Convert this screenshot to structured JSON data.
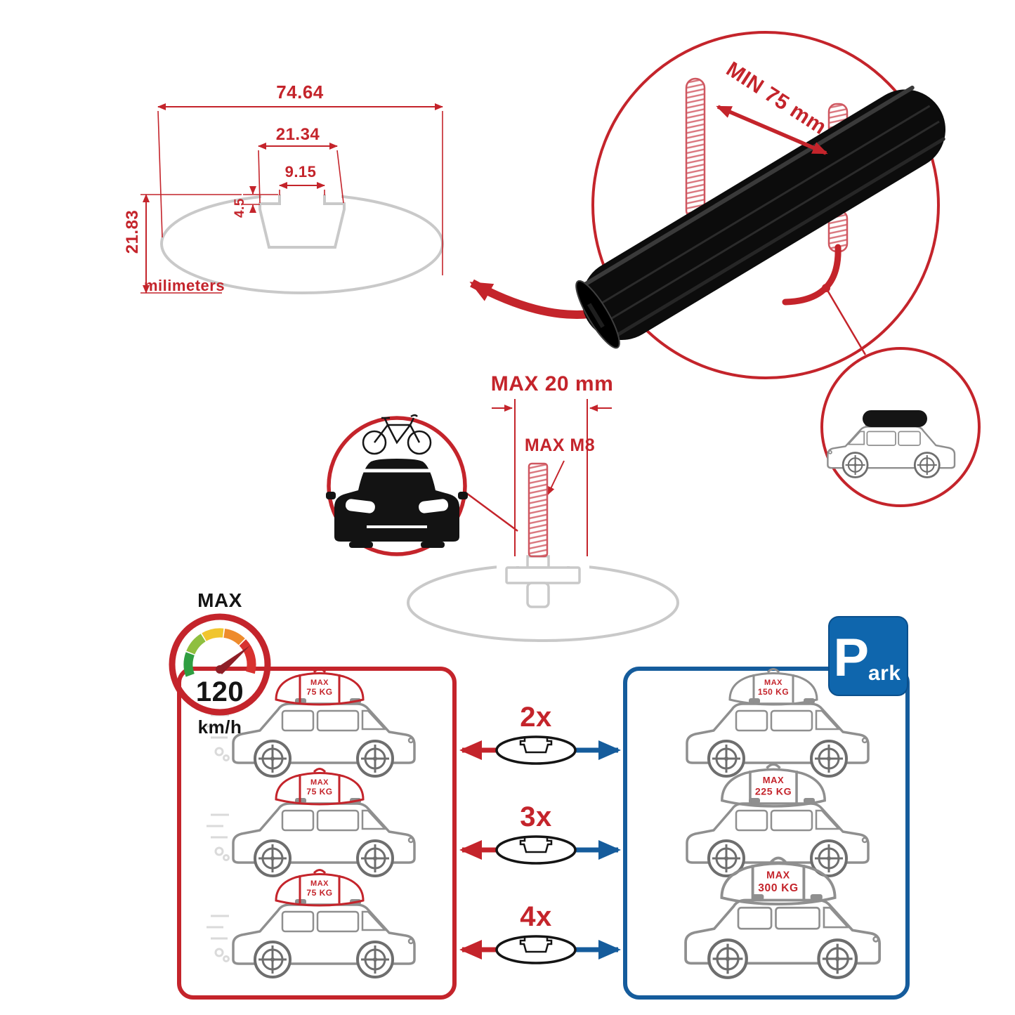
{
  "colors": {
    "red": "#c4242b",
    "darkred": "#8e1f27",
    "blue": "#155c9c",
    "parkblue": "#0f66ad",
    "gray": "#c9c9c9",
    "midgray": "#8f8f8f"
  },
  "profile_dims": {
    "total_width": "74.64",
    "slot_outer_width": "21.34",
    "slot_inner_width": "9.15",
    "slot_depth": "4.5",
    "total_height": "21.83",
    "units": "milimeters"
  },
  "clamp": {
    "min_span": "MIN 75 mm"
  },
  "bolt": {
    "max_length": "MAX 20 mm",
    "max_thread": "MAX M8"
  },
  "speed": {
    "title": "MAX",
    "value": "120",
    "unit": "km/h"
  },
  "rows": [
    {
      "multiplier": "2x",
      "left": {
        "max": "MAX",
        "kg": "75 KG"
      },
      "right": {
        "max": "MAX",
        "kg": "150 KG"
      }
    },
    {
      "multiplier": "3x",
      "left": {
        "max": "MAX",
        "kg": "75 KG"
      },
      "right": {
        "max": "MAX",
        "kg": "225 KG"
      }
    },
    {
      "multiplier": "4x",
      "left": {
        "max": "MAX",
        "kg": "75 KG"
      },
      "right": {
        "max": "MAX",
        "kg": "300 KG"
      }
    }
  ],
  "park": {
    "p": "P",
    "rest": "ark"
  }
}
